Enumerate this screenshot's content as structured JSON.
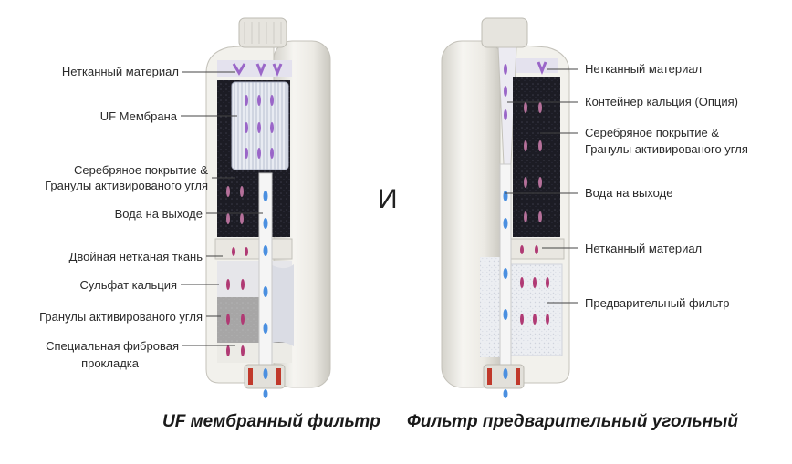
{
  "left_filter": {
    "labels": [
      "Нетканный материал",
      "UF Мембрана",
      "Серебряное покрытие &",
      "Гранулы активированого угля",
      "Вода на выходе",
      "Двойная нетканая ткань",
      "Сульфат кальция",
      "Гранулы активированого угля",
      "Специальная фибровая",
      "прокладка"
    ],
    "caption": "UF мембранный фильтр"
  },
  "separator": "И",
  "right_filter": {
    "labels": [
      "Нетканный материал",
      "Контейнер кальция (Опция)",
      "Серебряное покрытие &",
      "Гранулы активированого угля",
      "Вода на выходе",
      "Нетканный материал",
      "Предварительный фильтр"
    ],
    "caption": "Фильтр предварительный угольный"
  },
  "colors": {
    "shell": "#ecebe6",
    "carbon": "#1b1b22",
    "arrow_purple": "#9a66c8",
    "arrow_magenta": "#b03a74",
    "water_blue": "#4a8fe0",
    "rings_red": "#c0392b"
  }
}
